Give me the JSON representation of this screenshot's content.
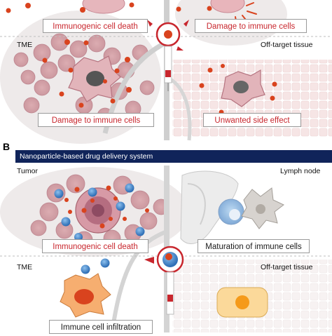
{
  "panel_a": {
    "labels": {
      "immunogenic": "Immunogenic cell death",
      "damage_top": "Damage to immune cells",
      "tme": "TME",
      "off_target": "Off-target tissue",
      "damage_bottom": "Damage to immune cells",
      "side_effect": "Unwanted side effect"
    }
  },
  "panel_b": {
    "letter": "B",
    "banner": "Nanoparticle-based drug delivery system",
    "labels": {
      "tumor": "Tumor",
      "lymph_node": "Lymph node",
      "immunogenic": "Immunogenic cell death",
      "maturation": "Maturation of immune cells",
      "tme": "TME",
      "off_target": "Off-target tissue",
      "infiltration": "Immune cell infiltration"
    }
  },
  "colors": {
    "drug_dot": "#d9431e",
    "nanoparticle": "#3d7fc4",
    "banner": "#10245a",
    "label_red": "#c8262d"
  }
}
